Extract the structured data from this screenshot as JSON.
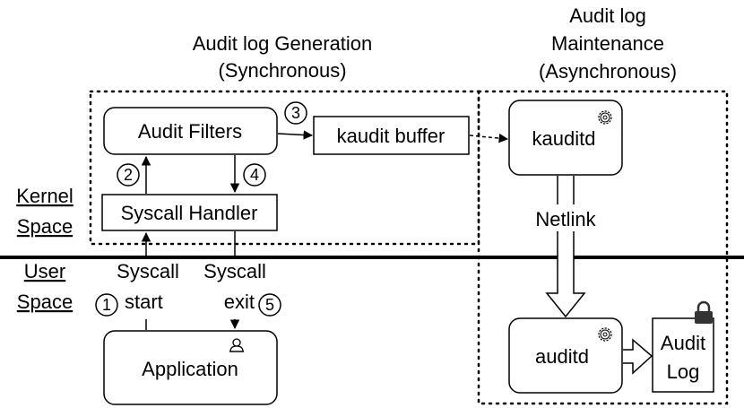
{
  "headings": {
    "generation_line1": "Audit log Generation",
    "generation_line2": "(Synchronous)",
    "maintenance_line1": "Audit log",
    "maintenance_line2": "Maintenance",
    "maintenance_line3": "(Asynchronous)"
  },
  "regions": {
    "kernel_line1": "Kernel",
    "kernel_line2": "Space",
    "user_line1": "User",
    "user_line2": "Space"
  },
  "boxes": {
    "audit_filters": "Audit Filters",
    "syscall_handler": "Syscall Handler",
    "kaudit_buffer": "kaudit buffer",
    "kauditd": "kauditd",
    "application": "Application",
    "auditd": "auditd",
    "audit_log_line1": "Audit",
    "audit_log_line2": "Log"
  },
  "labels": {
    "syscall_start_line1": "Syscall",
    "syscall_start_line2": "start",
    "syscall_exit_line1": "Syscall",
    "syscall_exit_line2": "exit",
    "netlink": "Netlink"
  },
  "steps": [
    "1",
    "2",
    "3",
    "4",
    "5"
  ],
  "icons": {
    "gear": "gear-icon",
    "user": "user-icon",
    "lock": "lock-icon"
  }
}
